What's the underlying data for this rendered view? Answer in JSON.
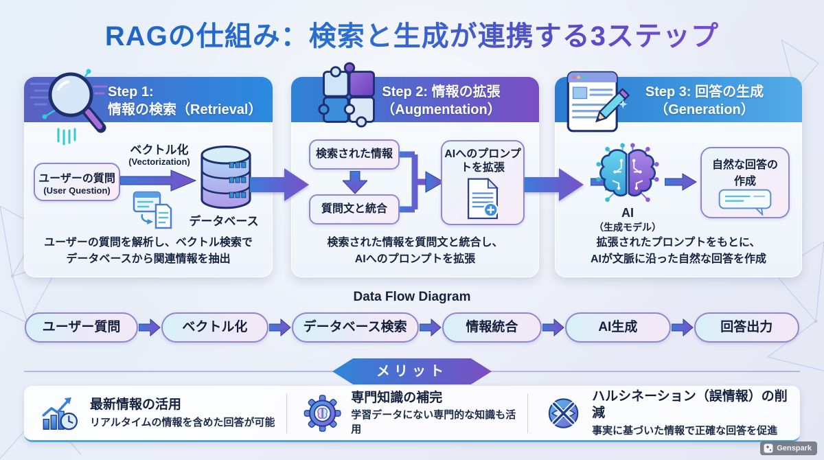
{
  "title": "RAGの仕組み：検索と生成が連携する3ステップ",
  "colors": {
    "accent_blue": "#2f82d6",
    "accent_purple": "#7a4ec2"
  },
  "step1": {
    "header_line1": "Step 1:",
    "header_line2": "情報の検索（Retrieval）",
    "icon": "magnifier-icon",
    "user_question_line1": "ユーザーの質問",
    "user_question_line2": "(User Question)",
    "arrow_label_line1": "ベクトル化",
    "arrow_label_line2": "(Vectorization)",
    "database_label": "データベース",
    "caption_line1": "ユーザーの質問を解析し、ベクトル検索で",
    "caption_line2": "データベースから関連情報を抽出"
  },
  "step2": {
    "header_line1": "Step 2: 情報の拡張",
    "header_line2": "（Augmentation）",
    "icon": "puzzle-icon",
    "retrieved_info": "検索された情報",
    "merge_with_question": "質問文と統合",
    "expand_prompt_line1": "AIへのプロンプ",
    "expand_prompt_line2": "トを拡張",
    "caption_line1": "検索された情報を質問文と統合し、",
    "caption_line2": "AIへのプロンプトを拡張"
  },
  "step3": {
    "header_line1": "Step 3: 回答の生成",
    "header_line2": "（Generation）",
    "icon": "document-pencil-icon",
    "ai_label": "AI",
    "ai_sublabel": "（生成モデル）",
    "answer_line1": "自然な回答の",
    "answer_line2": "作成",
    "caption_line1": "拡張されたプロンプトをもとに、",
    "caption_line2": "AIが文脈に沿った自然な回答を作成"
  },
  "data_flow": {
    "title": "Data Flow Diagram",
    "items": [
      "ユーザー質問",
      "ベクトル化",
      "データベース検索",
      "情報統合",
      "AI生成",
      "回答出力"
    ]
  },
  "merits": {
    "banner": "メリット",
    "items": [
      {
        "icon": "trend-chart-clock-icon",
        "title": "最新情報の活用",
        "desc": "リアルタイムの情報を含めた回答が可能"
      },
      {
        "icon": "gear-brain-icon",
        "title": "専門知識の補完",
        "desc": "学習データにない専門的な知識も活用"
      },
      {
        "icon": "crossed-eye-icon",
        "title": "ハルシネーション（誤情報）の削減",
        "desc": "事実に基づいた情報で正確な回答を促進"
      }
    ]
  },
  "watermark": {
    "label": "Genspark"
  }
}
